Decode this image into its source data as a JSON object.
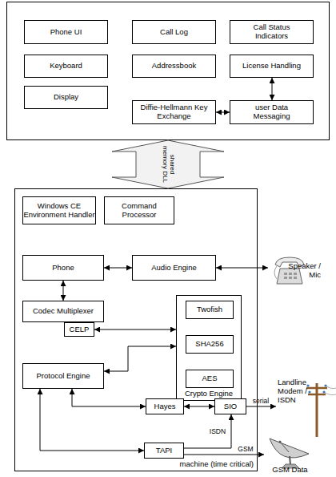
{
  "diagram": {
    "nodes": [
      {
        "text": []
      },
      {
        "text": [
          "Phone UI"
        ],
        "in": 0
      },
      {
        "text": [
          "Call Log"
        ],
        "in": 0
      },
      {
        "text": [
          "Call Status Indicators"
        ],
        "in": 0
      },
      {
        "text": [
          "Keyboard"
        ],
        "in": 0
      },
      {
        "text": [
          "Addressbook"
        ],
        "in": 0
      },
      {
        "text": [
          "License Handling"
        ],
        "in": 0
      },
      {
        "text": [
          "Display"
        ],
        "in": 0
      },
      {
        "text": [
          "Diffie-Hellmann Key Exchange"
        ],
        "in": 0
      },
      {
        "text": [
          "user Data Messaging"
        ],
        "in": 0
      },
      {
        "text": [
          "machine (time critical)"
        ]
      },
      {
        "text": [
          "Windows CE Environment Handler"
        ],
        "in": 10
      },
      {
        "text": [
          "Command Processor"
        ],
        "in": 10
      },
      {
        "text": [
          "Phone"
        ],
        "in": 10
      },
      {
        "text": [
          "Audio Engine"
        ],
        "in": 10
      },
      {
        "text": [
          "Speaker / Mic"
        ]
      },
      {
        "text": [
          "Codec Multiplexer"
        ],
        "in": 10
      },
      {
        "text": [
          "CELP"
        ],
        "in": 10
      },
      {
        "text": [
          "Crypto Engine"
        ],
        "in": 10
      },
      {
        "text": [
          "Twofish"
        ],
        "in": 18
      },
      {
        "text": [
          "SHA256"
        ],
        "in": 18
      },
      {
        "text": [
          "AES"
        ],
        "in": 18
      },
      {
        "text": [
          "Protocol Engine"
        ],
        "in": 10
      },
      {
        "text": [
          "Hayes"
        ],
        "in": 10
      },
      {
        "text": [
          "SIO"
        ],
        "in": 10
      },
      {
        "text": [
          "Landline Modem / ISDN"
        ]
      },
      {
        "text": [
          "TAPI"
        ],
        "in": 10
      },
      {
        "text": [
          "GSM Data"
        ]
      }
    ],
    "edges": [
      {
        "from": 0,
        "to": 10,
        "arrow": "both",
        "label": "shared memory DLL"
      },
      {
        "from": 6,
        "to": 9,
        "arrow": "both"
      },
      {
        "from": 8,
        "to": 9,
        "arrow": "both"
      },
      {
        "from": 13,
        "to": 14,
        "arrow": "both"
      },
      {
        "from": 14,
        "to": 15,
        "arrow": "both"
      },
      {
        "from": 13,
        "to": 16,
        "arrow": "both"
      },
      {
        "from": 17,
        "to": 18,
        "arrow": "both"
      },
      {
        "from": 22,
        "to": 18,
        "arrow": "both"
      },
      {
        "from": 22,
        "to": 23,
        "arrow": "both"
      },
      {
        "from": 23,
        "to": 24,
        "arrow": "both"
      },
      {
        "from": 24,
        "to": 25,
        "arrow": "to",
        "label": "serial"
      },
      {
        "from": 26,
        "to": 24,
        "arrow": "to",
        "label": "ISDN"
      },
      {
        "from": 22,
        "to": 26,
        "arrow": "both"
      },
      {
        "from": 26,
        "to": 27,
        "arrow": "to",
        "label": "GSM"
      }
    ]
  }
}
